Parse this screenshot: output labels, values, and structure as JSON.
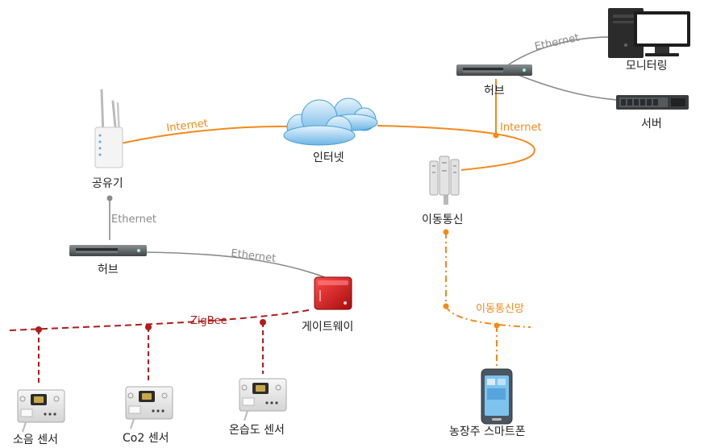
{
  "colors": {
    "ethernet": "#8a8a8a",
    "internet": "#f28a1a",
    "zigbee": "#b01c1c",
    "mobile": "#f28a1a",
    "label": "#222222"
  },
  "links": {
    "ethernet_pc": "Ethernet",
    "ethernet_router": "Ethernet",
    "ethernet_gateway": "Ethernet",
    "internet_router": "Internet",
    "internet_base": "Internet",
    "zigbee": "ZigBee",
    "mobile_net": "이동통신망"
  },
  "nodes": {
    "monitor": "모니터링",
    "hub_top": "허브",
    "server": "서버",
    "cloud": "인터넷",
    "router": "공유기",
    "base_station": "이동통신",
    "hub_left": "허브",
    "gateway": "게이트웨이",
    "sensor_noise": "소음 센서",
    "sensor_co2": "Co2 센서",
    "sensor_temp": "온습도 센서",
    "smartphone": "농장주 스마트폰"
  },
  "icons": {
    "monitor": "desktop-computer-icon",
    "server": "rack-server-icon",
    "hub": "network-switch-icon",
    "router": "wifi-router-icon",
    "cloud": "cloud-icon",
    "base_station": "cell-tower-icon",
    "gateway": "gateway-device-icon",
    "sensor": "sensor-box-icon",
    "smartphone": "smartphone-icon"
  }
}
